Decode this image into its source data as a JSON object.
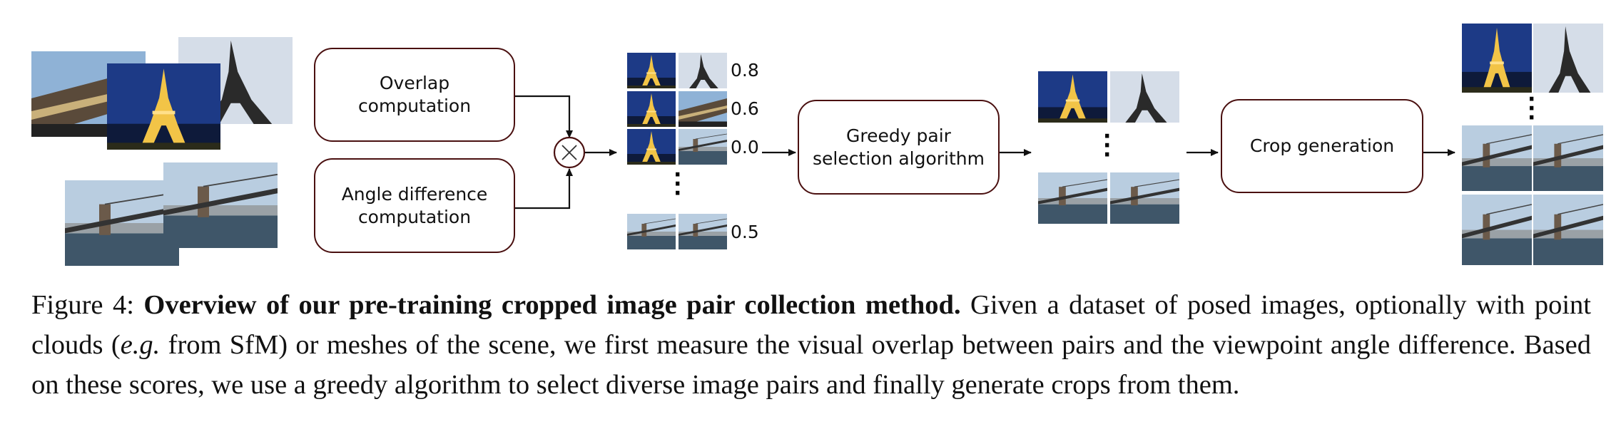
{
  "boxes": {
    "overlap": "Overlap\ncomputation",
    "angle": "Angle difference\ncomputation",
    "greedy": "Greedy pair\nselection algorithm",
    "crop": "Crop generation"
  },
  "multiply_symbol": "×",
  "scores": [
    "0.8",
    "0.6",
    "0.0",
    "0.5"
  ],
  "caption": {
    "label": "Figure 4:",
    "title": "Overview of our pre-training cropped image pair collection method.",
    "body_1": "Given a dataset of posed images, optionally with point clouds (",
    "eg": "e.g.",
    "body_2": "from SfM) or meshes of the scene, we first measure the visual overlap between pairs and the viewpoint angle difference. Based on these scores, we use a greedy algorithm to select diverse image pairs and finally generate crops from them."
  },
  "colors": {
    "box_border": "#4a1010",
    "night_sky": "#1f3f8c",
    "day_sky": "#c9d6e6",
    "tower_lit": "#f3c74a",
    "tower_dark": "#2b2b2b",
    "water": "#3e5566",
    "bridge": "#3a3a3a"
  },
  "images": {
    "input_group": [
      "eiffel-tower-underneath-photo",
      "eiffel-tower-night-photo",
      "eiffel-tower-day-photo",
      "brooklyn-bridge-photo-1",
      "brooklyn-bridge-photo-2"
    ],
    "pair_rows": [
      "pair-row-eiffel-night-day",
      "pair-row-eiffel-night-under",
      "pair-row-eiffel-bridge",
      "pair-row-bridge-bridge"
    ],
    "selected_pairs": [
      "selected-pair-eiffel",
      "selected-pair-bridge"
    ],
    "crops": [
      "crop-pair-eiffel",
      "crop-pair-bridge-1",
      "crop-pair-bridge-2"
    ]
  }
}
